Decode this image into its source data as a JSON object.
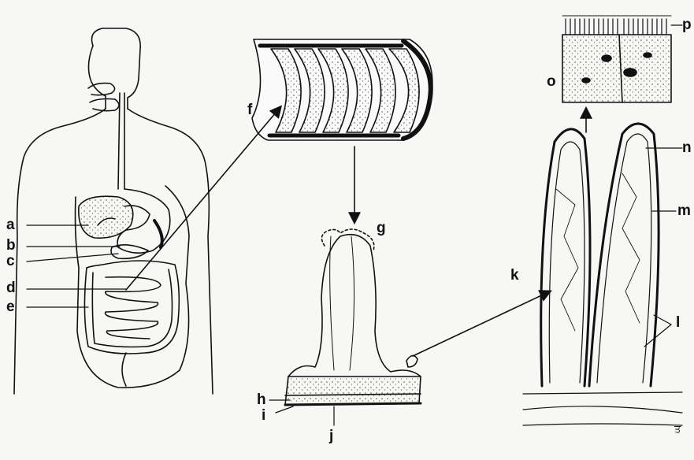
{
  "diagram": {
    "description_labels": {
      "a": "a",
      "b": "b",
      "c": "c",
      "d": "d",
      "e": "e",
      "f": "f",
      "g": "g",
      "h": "h",
      "i": "i",
      "j": "j",
      "k": "k",
      "l": "l",
      "m": "m",
      "n": "n",
      "o": "o",
      "p": "p"
    },
    "corner_mark": "ਤ"
  },
  "colors": {
    "ink": "#111111",
    "paper": "#f7f7f5",
    "stipple": "#555555"
  }
}
